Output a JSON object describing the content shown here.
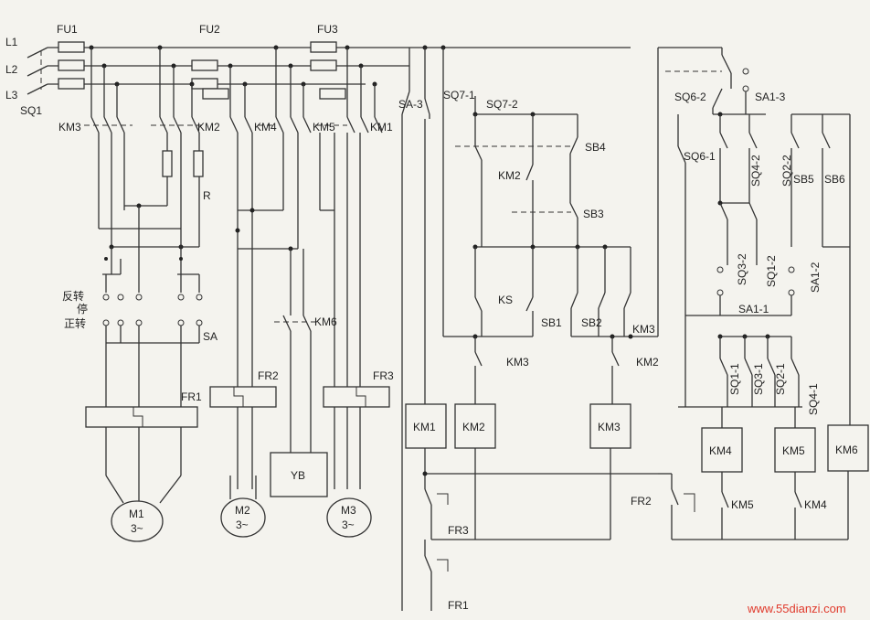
{
  "labels": {
    "l1": "L1",
    "l2": "L2",
    "l3": "L3",
    "sq1": "SQ1",
    "fu1": "FU1",
    "fu2": "FU2",
    "fu3": "FU3",
    "km3_main": "KM3",
    "km2_main": "KM2",
    "km4_main": "KM4",
    "km5_main": "KM5",
    "km1_main": "KM1",
    "resistor": "R",
    "reverse": "反转",
    "stop": "停",
    "forward": "正转",
    "sa": "SA",
    "fr1": "FR1",
    "fr2": "FR2",
    "fr3": "FR3",
    "km6_main": "KM6",
    "yb": "YB",
    "m1": "M1",
    "m2": "M2",
    "m3": "M3",
    "phase": "3~",
    "sa3": "SA-3",
    "sq7_1": "SQ7-1",
    "sq7_2": "SQ7-2",
    "sb4": "SB4",
    "sb3": "SB3",
    "km2_ctrl": "KM2",
    "ks": "KS",
    "sb1": "SB1",
    "sb2": "SB2",
    "km3_ctrl": "KM3",
    "km3_aux": "KM3",
    "km2_aux": "KM2",
    "coil_km1": "KM1",
    "coil_km2": "KM2",
    "coil_km3": "KM3",
    "fr3_ctrl": "FR3",
    "fr1_ctrl": "FR1",
    "fr2_ctrl": "FR2",
    "sq6_2": "SQ6-2",
    "sa1_3": "SA1-3",
    "sq6_1": "SQ6-1",
    "sq4_2": "SQ4-2",
    "sq2_2": "SQ2-2",
    "sb5": "SB5",
    "sb6": "SB6",
    "sq3_2": "SQ3-2",
    "sq1_2": "SQ1-2",
    "sa1_2": "SA1-2",
    "sa1_1": "SA1-1",
    "sq1_1": "SQ1-1",
    "sq3_1": "SQ3-1",
    "sq2_1": "SQ2-1",
    "sq4_1": "SQ4-1",
    "coil_km4": "KM4",
    "coil_km5": "KM5",
    "coil_km6": "KM6",
    "km5_int": "KM5",
    "km4_int": "KM4",
    "watermark": "www.55dianzi.com"
  }
}
